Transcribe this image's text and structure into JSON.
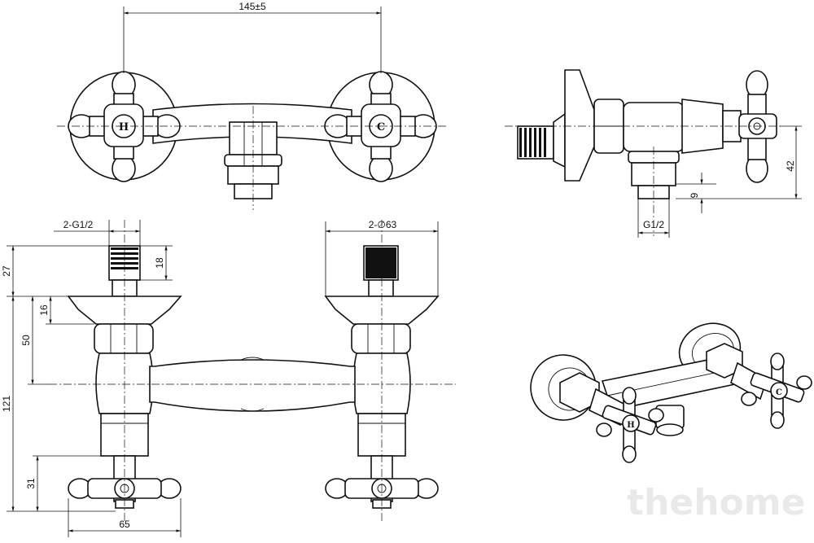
{
  "diagram": {
    "dimensions": {
      "top_width": "145±5",
      "inlet_thread_left": "2-G1/2",
      "flange_diameter": "2-∅63",
      "height_27": "27",
      "height_18": "18",
      "height_16": "16",
      "height_50": "50",
      "height_121": "121",
      "height_31": "31",
      "width_65": "65",
      "side_42": "42",
      "side_9": "9",
      "side_thread": "G1/2"
    },
    "handle_marks": {
      "hot": "H",
      "cold": "C"
    }
  },
  "watermark": "thehome"
}
